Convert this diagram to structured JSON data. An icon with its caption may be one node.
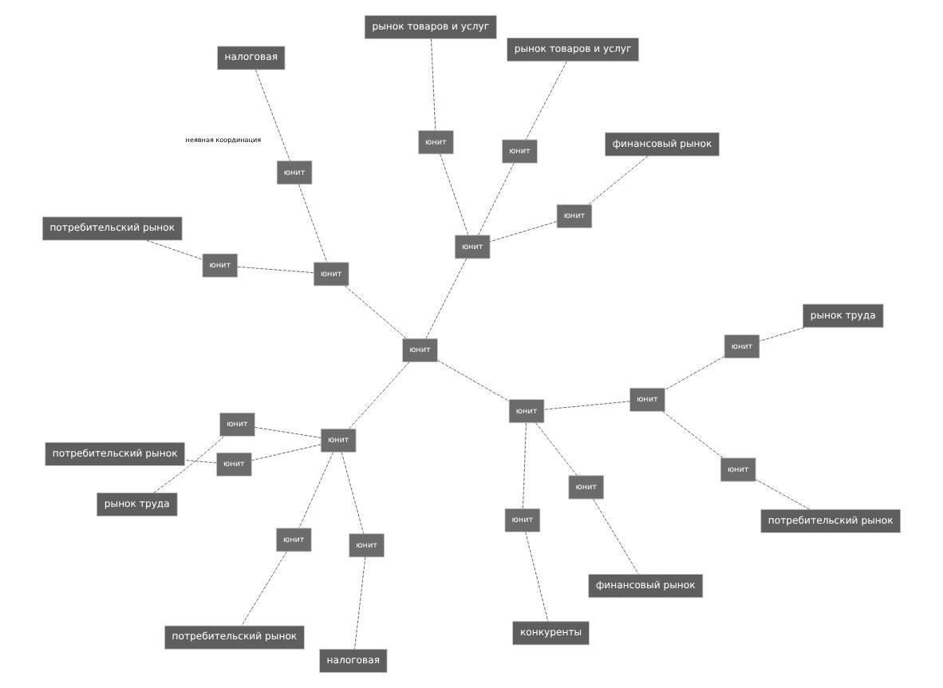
{
  "diagram": {
    "nodes": [
      {
        "text": [
          "потребительский рынок"
        ]
      },
      {
        "text": [
          "рынок товаров и услуг"
        ]
      },
      {
        "text": [
          "финансовый рынок"
        ]
      },
      {
        "text": [
          "налоговая"
        ]
      },
      {
        "text": [
          "рынок товаров и услуг"
        ]
      },
      {
        "text": [
          "рынок труда"
        ]
      },
      {
        "text": [
          "рынок труда"
        ]
      },
      {
        "text": [
          "потребительский рынок"
        ]
      },
      {
        "text": [
          "потребительский рынок"
        ]
      },
      {
        "text": [
          "финансовый рынок"
        ]
      },
      {
        "text": [
          "конкуренты"
        ]
      },
      {
        "text": [
          "потребительский рынок"
        ]
      },
      {
        "text": [
          "налоговая"
        ]
      },
      {
        "text": [
          "юнит"
        ]
      },
      {
        "text": [
          "юнит"
        ]
      },
      {
        "text": [
          "юнит"
        ]
      },
      {
        "text": [
          "юнит"
        ],
        "beside": [
          "неявная координация"
        ]
      },
      {
        "text": [
          "юнит"
        ]
      },
      {
        "text": [
          "юнит"
        ]
      },
      {
        "text": [
          "юнит"
        ]
      },
      {
        "text": [
          "юнит"
        ]
      },
      {
        "text": [
          "юнит"
        ]
      },
      {
        "text": [
          "юнит"
        ]
      },
      {
        "text": [
          "юнит"
        ]
      },
      {
        "text": [
          "юнит"
        ]
      },
      {
        "text": [
          "юнит"
        ]
      },
      {
        "text": [
          "юнит"
        ]
      },
      {
        "text": [
          "юнит"
        ]
      },
      {
        "text": [
          "юнит"
        ]
      },
      {
        "text": [
          "юнит"
        ]
      },
      {
        "text": [
          "юнит"
        ]
      },
      {
        "text": [
          "юнит"
        ]
      }
    ],
    "edges": [
      {
        "from": 0,
        "to": 13,
        "arrow": "none",
        "style": "dashed"
      },
      {
        "from": 1,
        "to": 14,
        "arrow": "none",
        "style": "dashed"
      },
      {
        "from": 2,
        "to": 15,
        "arrow": "none",
        "style": "dashed"
      },
      {
        "from": 3,
        "to": 16,
        "arrow": "none",
        "style": "dashed"
      },
      {
        "from": 4,
        "to": 17,
        "arrow": "none",
        "style": "dashed"
      },
      {
        "from": 13,
        "to": 18,
        "arrow": "none",
        "style": "dashed"
      },
      {
        "from": 16,
        "to": 18,
        "arrow": "none",
        "style": "dashed"
      },
      {
        "from": 14,
        "to": 19,
        "arrow": "none",
        "style": "dashed"
      },
      {
        "from": 15,
        "to": 19,
        "arrow": "none",
        "style": "dashed"
      },
      {
        "from": 17,
        "to": 19,
        "arrow": "none",
        "style": "dashed"
      },
      {
        "from": 18,
        "to": 21,
        "arrow": "none",
        "style": "dashed"
      },
      {
        "from": 19,
        "to": 21,
        "arrow": "none",
        "style": "dashed"
      },
      {
        "from": 5,
        "to": 20,
        "arrow": "none",
        "style": "dashed"
      },
      {
        "from": 20,
        "to": 22,
        "arrow": "none",
        "style": "dashed"
      },
      {
        "from": 22,
        "to": 24,
        "arrow": "none",
        "style": "dashed"
      },
      {
        "from": 21,
        "to": 24,
        "arrow": "none",
        "style": "dashed"
      },
      {
        "from": 21,
        "to": 25,
        "arrow": "none",
        "style": "dashed"
      },
      {
        "from": 6,
        "to": 23,
        "arrow": "none",
        "style": "dashed"
      },
      {
        "from": 23,
        "to": 25,
        "arrow": "none",
        "style": "dashed"
      },
      {
        "from": 22,
        "to": 26,
        "arrow": "none",
        "style": "dashed"
      },
      {
        "from": 7,
        "to": 26,
        "arrow": "none",
        "style": "dashed"
      },
      {
        "from": 24,
        "to": 29,
        "arrow": "none",
        "style": "dashed"
      },
      {
        "from": 24,
        "to": 28,
        "arrow": "none",
        "style": "dashed"
      },
      {
        "from": 29,
        "to": 9,
        "arrow": "none",
        "style": "dashed"
      },
      {
        "from": 28,
        "to": 10,
        "arrow": "none",
        "style": "dashed"
      },
      {
        "from": 25,
        "to": 27,
        "arrow": "none",
        "style": "dashed"
      },
      {
        "from": 25,
        "to": 30,
        "arrow": "none",
        "style": "dashed"
      },
      {
        "from": 25,
        "to": 31,
        "arrow": "none",
        "style": "dashed"
      },
      {
        "from": 27,
        "to": 8,
        "arrow": "none",
        "style": "dashed"
      },
      {
        "from": 30,
        "to": 11,
        "arrow": "none",
        "style": "dashed"
      },
      {
        "from": 31,
        "to": 12,
        "arrow": "none",
        "style": "dashed"
      }
    ]
  }
}
